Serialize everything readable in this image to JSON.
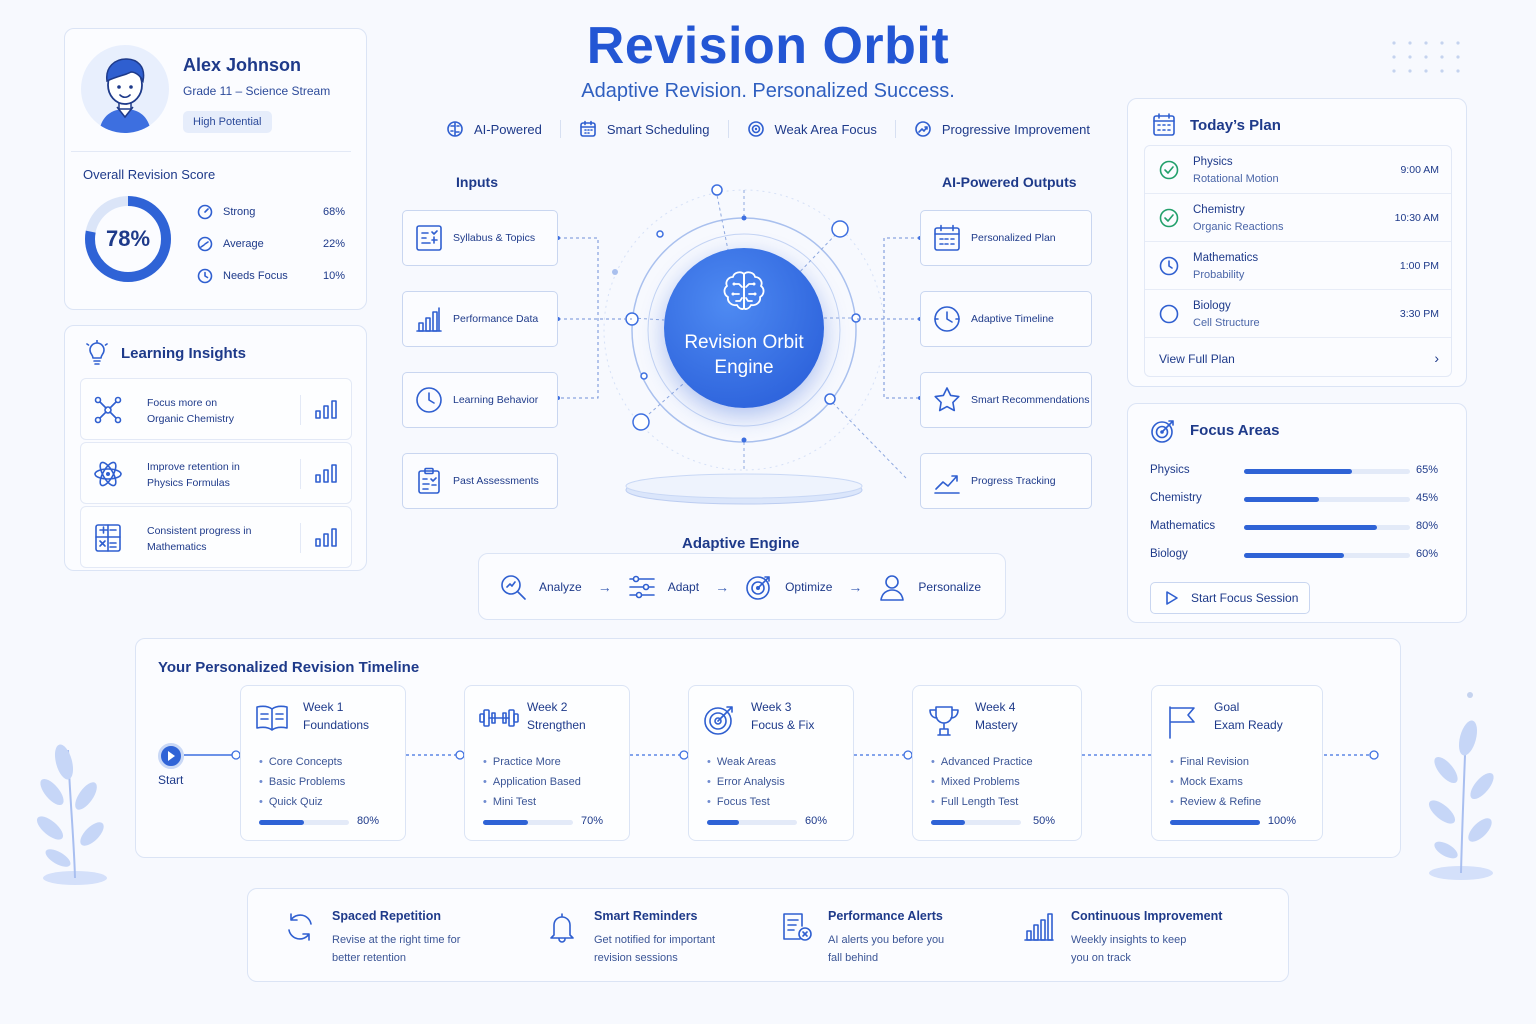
{
  "header": {
    "title": "Revision Orbit",
    "subtitle": "Adaptive Revision. Personalized Success.",
    "features": [
      {
        "label": "AI-Powered",
        "icon": "brain-icon"
      },
      {
        "label": "Smart Scheduling",
        "icon": "calendar-icon"
      },
      {
        "label": "Weak Area Focus",
        "icon": "target-icon"
      },
      {
        "label": "Progressive Improvement",
        "icon": "trend-icon"
      }
    ]
  },
  "profile": {
    "name": "Alex Johnson",
    "grade": "Grade 11 – Science Stream",
    "badge": "High Potential",
    "score_title": "Overall Revision Score",
    "score": "78%",
    "score_value": 0.78,
    "breakdown": [
      {
        "label": "Strong",
        "value": "68%"
      },
      {
        "label": "Average",
        "value": "22%"
      },
      {
        "label": "Needs Focus",
        "value": "10%"
      }
    ]
  },
  "insights": {
    "title": "Learning Insights",
    "items": [
      {
        "line1": "Focus more on",
        "line2": "Organic Chemistry",
        "icon": "molecule-icon"
      },
      {
        "line1": "Improve retention in",
        "line2": "Physics Formulas",
        "icon": "atom-icon"
      },
      {
        "line1": "Consistent progress in",
        "line2": "Mathematics",
        "icon": "calculator-icon"
      }
    ]
  },
  "engine": {
    "inputs_title": "Inputs",
    "outputs_title": "AI-Powered Outputs",
    "core_line1": "Revision Orbit",
    "core_line2": "Engine",
    "inputs": [
      "Syllabus & Topics",
      "Performance Data",
      "Learning Behavior",
      "Past Assessments"
    ],
    "outputs": [
      "Personalized Plan",
      "Adaptive Timeline",
      "Smart Recommendations",
      "Progress Tracking"
    ]
  },
  "adaptive": {
    "title": "Adaptive Engine",
    "steps": [
      "Analyze",
      "Adapt",
      "Optimize",
      "Personalize"
    ],
    "arrow": "→"
  },
  "plan": {
    "title": "Today’s Plan",
    "items": [
      {
        "subject": "Physics",
        "topic": "Rotational Motion",
        "time": "9:00 AM",
        "status": "done"
      },
      {
        "subject": "Chemistry",
        "topic": "Organic Reactions",
        "time": "10:30 AM",
        "status": "done"
      },
      {
        "subject": "Mathematics",
        "topic": "Probability",
        "time": "1:00 PM",
        "status": "scheduled"
      },
      {
        "subject": "Biology",
        "topic": "Cell Structure",
        "time": "3:30 PM",
        "status": "pending"
      }
    ],
    "link": "View Full Plan",
    "chevron": "›"
  },
  "focus": {
    "title": "Focus Areas",
    "items": [
      {
        "label": "Physics",
        "pct": "65%",
        "value": 0.65
      },
      {
        "label": "Chemistry",
        "pct": "45%",
        "value": 0.45
      },
      {
        "label": "Mathematics",
        "pct": "80%",
        "value": 0.8
      },
      {
        "label": "Biology",
        "pct": "60%",
        "value": 0.6
      }
    ],
    "button": "Start Focus Session"
  },
  "timeline": {
    "title": "Your Personalized Revision Timeline",
    "start": "Start",
    "weeks": [
      {
        "title": "Week 1",
        "subtitle": "Foundations",
        "items": [
          "Core Concepts",
          "Basic Problems",
          "Quick Quiz"
        ],
        "pct": "80%",
        "value": 0.5,
        "icon": "book-icon"
      },
      {
        "title": "Week 2",
        "subtitle": "Strengthen",
        "items": [
          "Practice More",
          "Application Based",
          "Mini Test"
        ],
        "pct": "70%",
        "value": 0.5,
        "icon": "dumbbell-icon"
      },
      {
        "title": "Week 3",
        "subtitle": "Focus & Fix",
        "items": [
          "Weak Areas",
          "Error Analysis",
          "Focus Test"
        ],
        "pct": "60%",
        "value": 0.35,
        "icon": "target-icon"
      },
      {
        "title": "Week 4",
        "subtitle": "Mastery",
        "items": [
          "Advanced Practice",
          "Mixed Problems",
          "Full Length Test"
        ],
        "pct": "50%",
        "value": 0.38,
        "icon": "trophy-icon"
      },
      {
        "title": "Goal",
        "subtitle": "Exam Ready",
        "items": [
          "Final Revision",
          "Mock Exams",
          "Review & Refine"
        ],
        "pct": "100%",
        "value": 1.0,
        "icon": "flag-icon"
      }
    ]
  },
  "bottom": [
    {
      "title": "Spaced Repetition",
      "line1": "Revise at the right time for",
      "line2": "better retention",
      "icon": "refresh-icon"
    },
    {
      "title": "Smart Reminders",
      "line1": "Get notified for important",
      "line2": "revision sessions",
      "icon": "bell-icon"
    },
    {
      "title": "Performance Alerts",
      "line1": "AI alerts you before you",
      "line2": "fall behind",
      "icon": "alert-doc-icon"
    },
    {
      "title": "Continuous Improvement",
      "line1": "Weekly insights to keep",
      "line2": "you on track",
      "icon": "bar-chart-icon"
    }
  ],
  "colors": {
    "accent": "#2356d4",
    "text": "#1e3a8a",
    "success": "#22a06b",
    "background": "#f7f9fe"
  }
}
